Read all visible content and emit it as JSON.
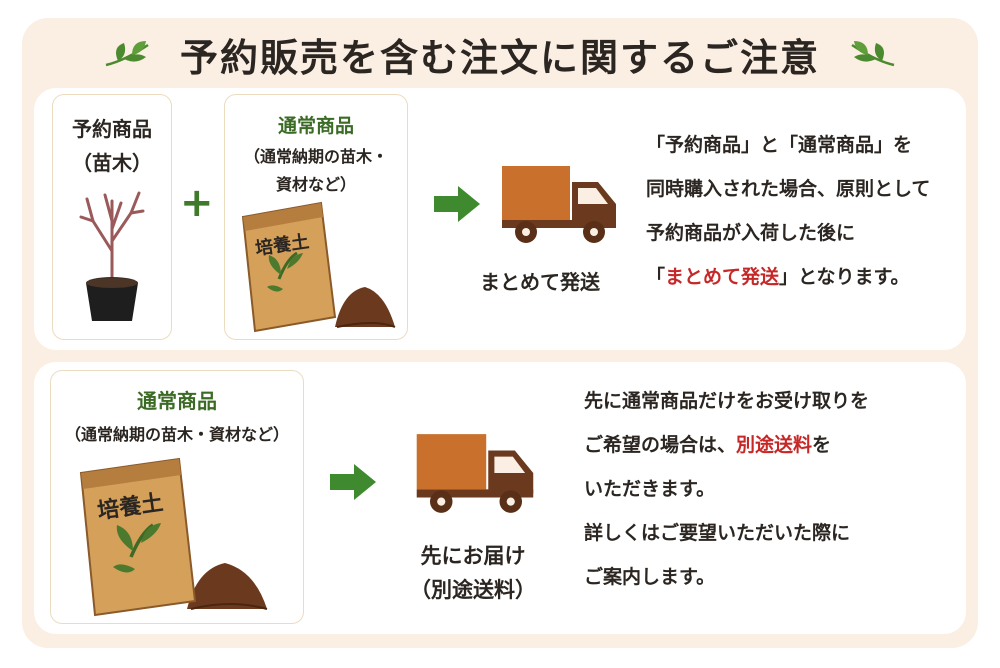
{
  "title": "予約販売を含む注文に関するご注意",
  "icons": {
    "leaf": "leaf-icon",
    "plus": "plus-icon",
    "arrow": "arrow-right-icon",
    "truck": "truck-icon",
    "plant": "sapling-pot-icon",
    "soil": "soil-bag-icon"
  },
  "colors": {
    "frame": "#fbeee2",
    "green": "#3f7a2a",
    "truck": "#c8702c",
    "red": "#c62828"
  },
  "section1": {
    "reserved_card": {
      "title": "予約商品",
      "sub": "（苗木）"
    },
    "plus": "+",
    "regular_card": {
      "title": "通常商品",
      "sub1": "（通常納期の苗木・",
      "sub2": "資材など）",
      "bag_label": "培養土"
    },
    "truck_caption": "まとめて発送",
    "desc": {
      "line1": "「予約商品」と「通常商品」を",
      "line2": "同時購入された場合、原則として",
      "line3": "予約商品が入荷した後に",
      "line4_pre": "「",
      "line4_red": "まとめて発送",
      "line4_post": "」となります。"
    }
  },
  "section2": {
    "regular_card": {
      "title": "通常商品",
      "sub": "（通常納期の苗木・資材など）",
      "bag_label": "培養土"
    },
    "truck_caption1": "先にお届け",
    "truck_caption2": "（別途送料）",
    "desc": {
      "line1": "先に通常商品だけをお受け取りを",
      "line2_pre": "ご希望の場合は、",
      "line2_red": "別途送料",
      "line2_post": "を",
      "line3": "いただきます。",
      "line4": "詳しくはご要望いただいた際に",
      "line5": "ご案内します。"
    }
  }
}
